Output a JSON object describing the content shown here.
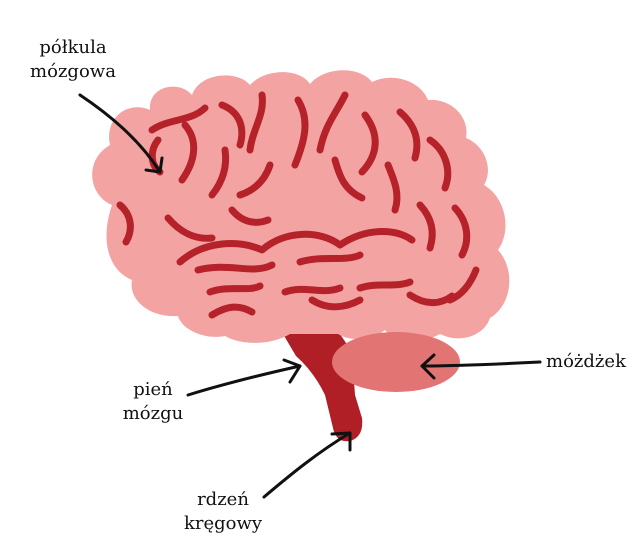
{
  "labels": {
    "hemisphere": [
      "półkula",
      "mózgowa"
    ],
    "cerebellum": [
      "móżdżek"
    ],
    "brainstem": [
      "pień",
      "mózgu"
    ],
    "spinal_cord": [
      "rdzeń",
      "kręgowy"
    ]
  },
  "colors": {
    "cerebrum_fill": "#f4a3a3",
    "folds": "#b5222a",
    "brainstem_fill": "#b01e26",
    "cerebellum_fill": "#e27474",
    "arrow": "#111111"
  }
}
